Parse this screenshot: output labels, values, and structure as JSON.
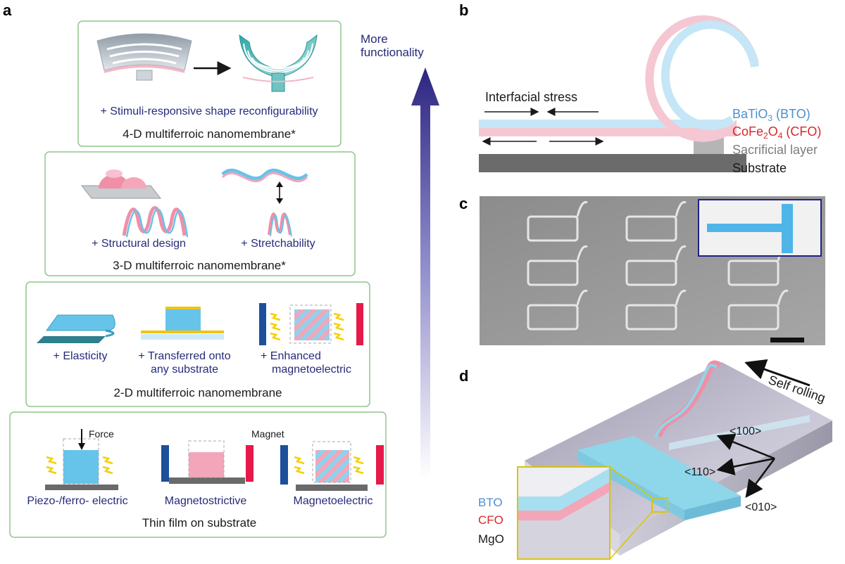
{
  "panels": {
    "a": "a",
    "b": "b",
    "c": "c",
    "d": "d"
  },
  "panel_a": {
    "arrow_label_line1": "More",
    "arrow_label_line2": "functionality",
    "tier4": {
      "feature": "+ Stimuli-responsive shape reconfigurability",
      "title": "4-D multiferroic nanomembrane*"
    },
    "tier3": {
      "feature1": "+ Structural design",
      "feature2": "+ Stretchability",
      "title": "3-D multiferroic nanomembrane*"
    },
    "tier2": {
      "feature1": "+ Elasticity",
      "feature2_line1": "+ Transferred onto",
      "feature2_line2": "any substrate",
      "feature3_line1": "+ Enhanced",
      "feature3_line2": "magnetoelectric",
      "title": "2-D multiferroic nanomembrane"
    },
    "tier1": {
      "force_label": "Force",
      "magnet_label": "Magnet",
      "type1": "Piezo-/ferro- electric",
      "type2": "Magnetostrictive",
      "type3": "Magnetoelectric",
      "title": "Thin film on substrate"
    }
  },
  "panel_b": {
    "stress_label": "Interfacial stress",
    "bto_label": "BaTiO",
    "bto_sub": "3",
    "bto_abbr": " (BTO)",
    "cfo_label": "CoFe",
    "cfo_sub1": "2",
    "cfo_mid": "O",
    "cfo_sub2": "4",
    "cfo_abbr": " (CFO)",
    "sacrificial_label": "Sacrificial layer",
    "substrate_label": "Substrate"
  },
  "panel_d": {
    "self_rolling_label": "Self rolling",
    "dir_100": "<100>",
    "dir_110": "<110>",
    "dir_010": "<010>",
    "bto_label": "BTO",
    "cfo_label": "CFO",
    "mgo_label": "MgO"
  },
  "colors": {
    "bto_blue": "#66c4ea",
    "cfo_pink": "#f0a6b8",
    "navy": "#262a7a",
    "box_border": "#8fc58c",
    "magnet_blue": "#1d4f9a",
    "magnet_red": "#e5194a",
    "lightning": "#f5d000",
    "red_text": "#d8282b",
    "blue_text": "#4d8fd1"
  }
}
